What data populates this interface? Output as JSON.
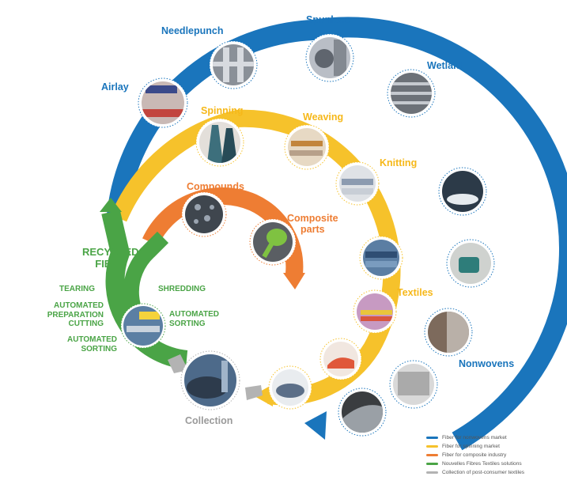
{
  "colors": {
    "nonwovens": "#1a75bc",
    "spinning": "#f6c22b",
    "composite": "#ee7d33",
    "recycled": "#4aa446",
    "collection": "#b3b3b3"
  },
  "labels": {
    "needlepunch": "Needlepunch",
    "spunlace": "Spunlace",
    "wetlaid": "Wetlaid",
    "airlay": "Airlay",
    "nonwovens": "Nonwovens",
    "spinning": "Spinning",
    "weaving": "Weaving",
    "knitting": "Knitting",
    "textiles": "Textiles",
    "compounds": "Compounds",
    "composite_line1": "Composite",
    "composite_line2": "parts",
    "recycled_line1": "RECYCLED",
    "recycled_line2": "FIBER",
    "tearing": "TEARING",
    "shredding": "SHREDDING",
    "prep_line1": "AUTOMATED",
    "prep_line2": "PREPARATION",
    "prep_line3": "CUTTING",
    "sorting_right_line1": "AUTOMATED",
    "sorting_right_line2": "SORTING",
    "sorting_left_line1": "AUTOMATED",
    "sorting_left_line2": "SORTING",
    "collection": "Collection"
  },
  "legend": [
    {
      "label": "Fiber for nonwovens market",
      "color": "#1a75bc"
    },
    {
      "label": "Fiber for spinning market",
      "color": "#f6c22b"
    },
    {
      "label": "Fiber for composite industry",
      "color": "#ee7d33"
    },
    {
      "label": "Nouvelles Fibres Textiles solutions",
      "color": "#4aa446"
    },
    {
      "label": "Collection of post-consumer textiles",
      "color": "#b3b3b3"
    }
  ],
  "photos": [
    {
      "id": "needlepunch",
      "icon": "machine-photo",
      "bg": "#8a9098",
      "fg": "#d7dadf"
    },
    {
      "id": "spunlace",
      "icon": "machine-photo",
      "bg": "#b9bec6",
      "fg": "#5f656e"
    },
    {
      "id": "wetlaid",
      "icon": "factory-photo",
      "bg": "#6c7178",
      "fg": "#c5c9cf"
    },
    {
      "id": "airlay",
      "icon": "production-line-photo",
      "bg": "#c9b9b5",
      "fg": "#c2453e"
    },
    {
      "id": "car",
      "icon": "car-interior-photo",
      "bg": "#2c3a48",
      "fg": "#e6ebef"
    },
    {
      "id": "armchair",
      "icon": "furniture-photo",
      "bg": "#cfd2cf",
      "fg": "#2e7d7a"
    },
    {
      "id": "construction",
      "icon": "insulation-photo",
      "bg": "#7d6a5c",
      "fg": "#b9b0a8"
    },
    {
      "id": "filter",
      "icon": "filter-photo",
      "bg": "#d9d9d9",
      "fg": "#8a8a8a"
    },
    {
      "id": "felt",
      "icon": "felt-photo",
      "bg": "#3a3d40",
      "fg": "#9aa0a6"
    },
    {
      "id": "spinning",
      "icon": "yarn-photo",
      "bg": "#e3dfda",
      "fg": "#3d6f7c"
    },
    {
      "id": "weaving",
      "icon": "fabric-stack-photo",
      "bg": "#e7d9c4",
      "fg": "#c2853c"
    },
    {
      "id": "knitting",
      "icon": "knitwear-photo",
      "bg": "#dfe2e6",
      "fg": "#8c9bb0"
    },
    {
      "id": "jeans",
      "icon": "denim-photo",
      "bg": "#5b7ea3",
      "fg": "#2f4e73"
    },
    {
      "id": "textiles",
      "icon": "colored-fabric-photo",
      "bg": "#c79ac2",
      "fg": "#e9c53c"
    },
    {
      "id": "sneakers",
      "icon": "sneakers-photo",
      "bg": "#f1e7e0",
      "fg": "#e0583a"
    },
    {
      "id": "gloves",
      "icon": "gloves-photo",
      "bg": "#e9ecef",
      "fg": "#5c6f88"
    },
    {
      "id": "compounds",
      "icon": "granules-photo",
      "bg": "#3f464e",
      "fg": "#9aa4b0"
    },
    {
      "id": "composite",
      "icon": "composite-part-photo",
      "bg": "#5a5e63",
      "fg": "#7fc241"
    },
    {
      "id": "sorting",
      "icon": "sorting-machine-photo",
      "bg": "#5b7fa3",
      "fg": "#f4d33c"
    },
    {
      "id": "collection",
      "icon": "textile-bales-photo",
      "bg": "#4d6a8a",
      "fg": "#2d3b4c"
    }
  ]
}
